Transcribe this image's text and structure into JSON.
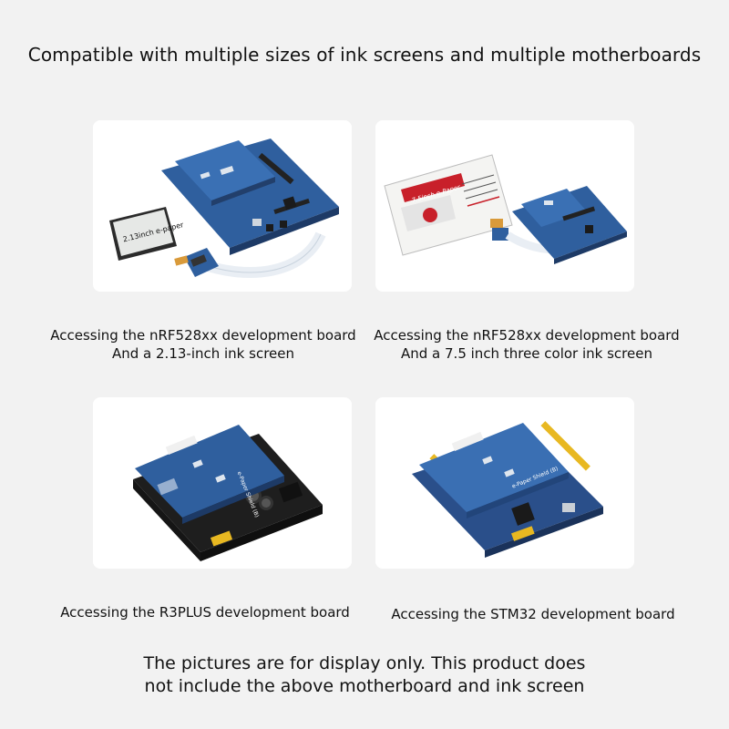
{
  "header": {
    "title": "Compatible with multiple sizes of ink screens and multiple motherboards"
  },
  "cards": [
    {
      "caption_line1": "Accessing the nRF528xx development board",
      "caption_line2": "And a 2.13-inch ink screen",
      "screen_label": "2.13inch e-paper"
    },
    {
      "caption_line1": "Accessing the nRF528xx development board",
      "caption_line2": "And a 7.5 inch three color ink screen",
      "screen_label": "7.5inch e-Paper"
    },
    {
      "caption_line1": "Accessing the R3PLUS development board",
      "board_label": "e-Paper Shield (B)"
    },
    {
      "caption_line1": "Accessing the STM32 development board",
      "board_label": "e-Paper Shield (B)"
    }
  ],
  "footer": {
    "line1": "The pictures are for display only. This product does",
    "line2": "not include the above motherboard and ink screen"
  },
  "colors": {
    "background": "#f2f2f2",
    "card": "#ffffff",
    "pcb_blue": "#2f5f9e",
    "pcb_dark_blue": "#1f4478",
    "header_yellow": "#e8b821",
    "ink_red": "#c8202a"
  }
}
